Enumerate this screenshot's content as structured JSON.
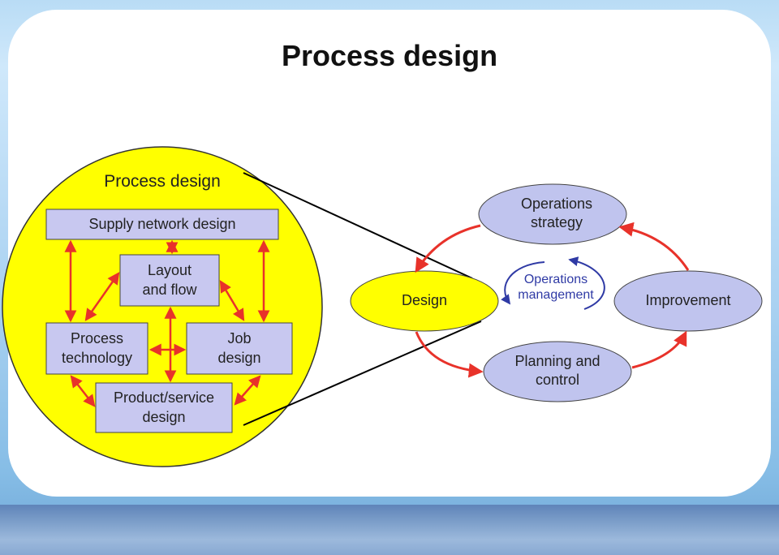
{
  "title": "Process design",
  "left_panel": {
    "heading": "Process design",
    "boxes": {
      "supply_network": "Supply network design",
      "layout": "Layout\nand flow",
      "process_technology": "Process\ntechnology",
      "job_design": "Job\ndesign",
      "product_service": "Product/service\ndesign"
    }
  },
  "cycle": {
    "strategy": "Operations\nstrategy",
    "design": "Design",
    "improvement": "Improvement",
    "planning": "Planning and\ncontrol",
    "center": "Operations\nmanagement"
  },
  "colors": {
    "circle_fill": "#ffff00",
    "box_fill": "#c8c8f0",
    "ellipse_fill": "#c0c4ee",
    "arrow": "#e8322a",
    "om_arrow": "#2f3aa5"
  }
}
